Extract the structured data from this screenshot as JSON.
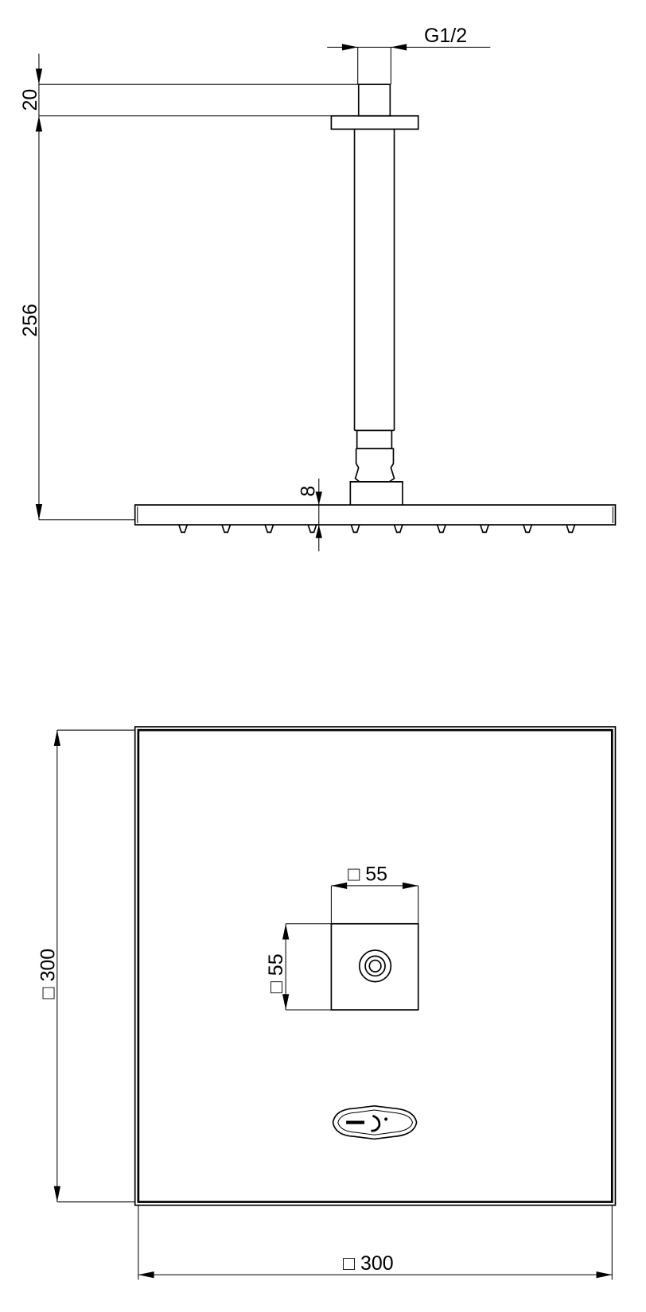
{
  "side_view": {
    "dimensions": {
      "thread": "G1/2",
      "flange_height": "20",
      "arm_length": "256",
      "head_thickness": "8"
    }
  },
  "top_view": {
    "dimensions": {
      "head_width": "□ 300",
      "head_depth": "□ 300",
      "connector_width": "□ 55",
      "connector_depth": "□ 55"
    },
    "logo": "brand-logo"
  },
  "colors": {
    "line": "#000000",
    "background": "#ffffff"
  }
}
